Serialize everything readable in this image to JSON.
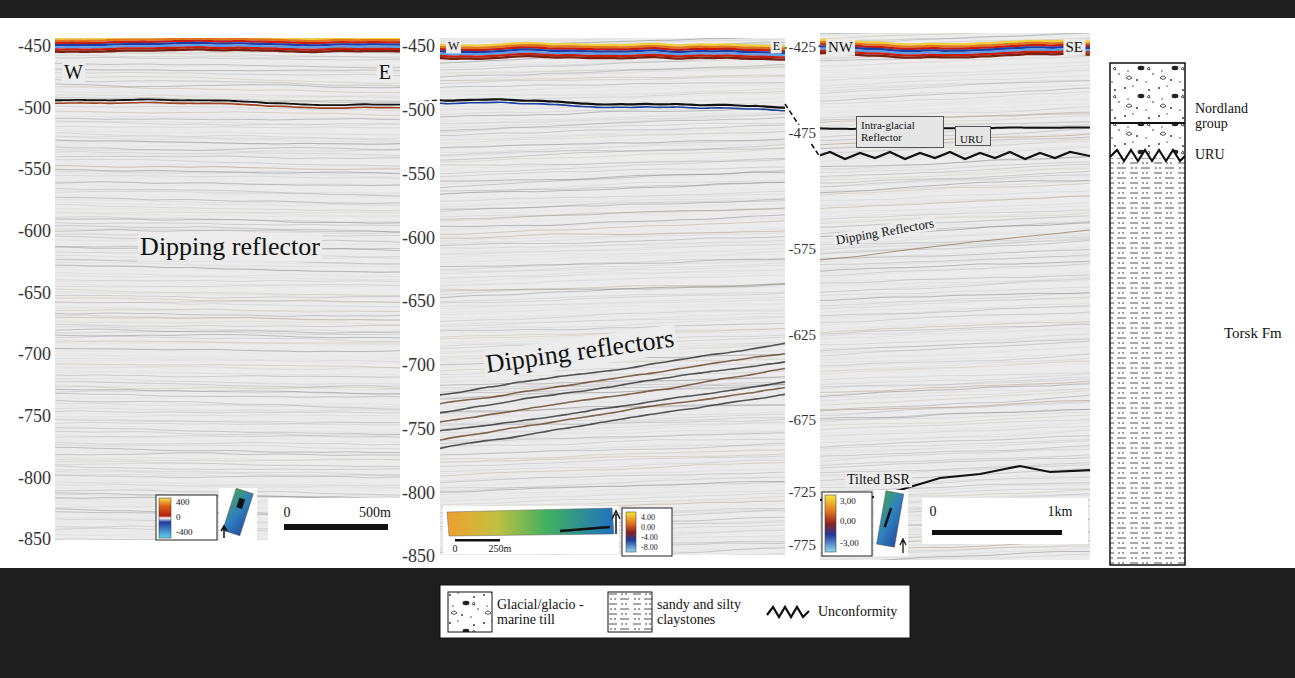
{
  "diagram": {
    "nodes": [
      {
        "text": [
          "Intra-glacial Reflector"
        ]
      },
      {
        "text": [
          "URU"
        ]
      }
    ],
    "labels": [
      "-450",
      "-500",
      "-550",
      "-600",
      "-650",
      "-700",
      "-750",
      "-800",
      "-850",
      "-450",
      "-500",
      "-550",
      "-600",
      "-650",
      "-700",
      "-750",
      "-800",
      "-850",
      "-425",
      "-475",
      "-575",
      "-625",
      "-675",
      "-725",
      "-775",
      "W",
      "E",
      "W",
      "E",
      "NW",
      "SE",
      "Dipping reflector",
      "Dipping reflectors",
      "Dipping Reflectors",
      "Tilted BSR",
      "Nordland group",
      "URU",
      "Torsk Fm",
      "400",
      "0",
      "-400",
      "4.00",
      "0.00",
      "-4.00",
      "-8.00",
      "3,00",
      "0,00",
      "-3,00",
      "0",
      "500m",
      "0",
      "250m",
      "0",
      "1km"
    ],
    "legend": [
      {
        "text": "Glacial/glacio -marine till"
      },
      {
        "text": "sandy and silty claystones"
      },
      {
        "text": "Unconformity"
      }
    ]
  }
}
